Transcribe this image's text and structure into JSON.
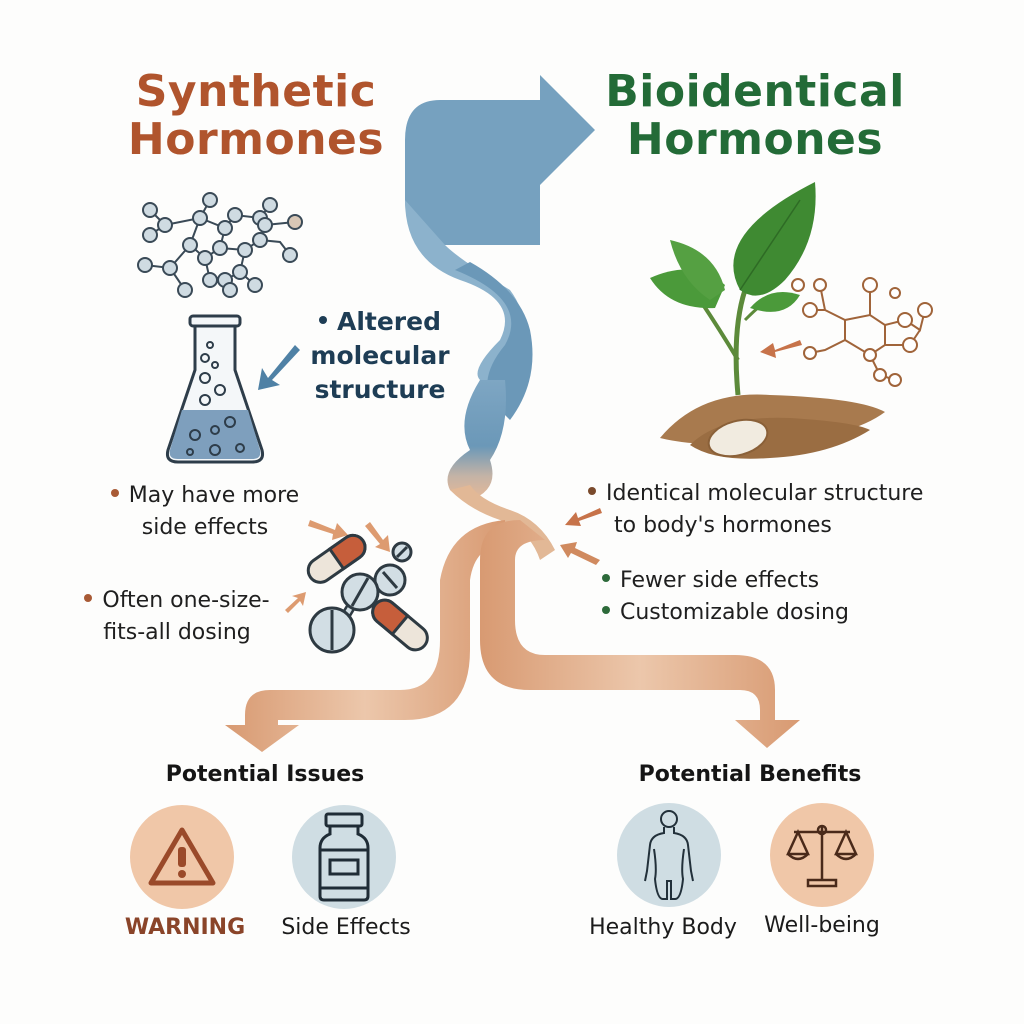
{
  "left": {
    "title_line1": "Synthetic",
    "title_line2": "Hormones",
    "callout": [
      "Altered",
      "molecular",
      "structure"
    ],
    "bullets": [
      {
        "lines": [
          "May have more",
          "side effects"
        ]
      },
      {
        "lines": [
          "Often one-size-",
          "fits-all dosing"
        ]
      }
    ],
    "section_title": "Potential Issues",
    "icons": [
      {
        "label": "WARNING",
        "icon": "warning-triangle-icon"
      },
      {
        "label": "Side Effects",
        "icon": "medicine-bottle-icon"
      }
    ]
  },
  "right": {
    "title_line1": "Bioidentical",
    "title_line2": "Hormones",
    "bullets": [
      {
        "lines": [
          "Identical molecular structure",
          "to body's hormones"
        ]
      },
      {
        "lines": [
          "Fewer side effects"
        ]
      },
      {
        "lines": [
          "Customizable dosing"
        ]
      }
    ],
    "section_title": "Potential Benefits",
    "icons": [
      {
        "label": "Healthy Body",
        "icon": "human-body-icon"
      },
      {
        "label": "Well-being",
        "icon": "balance-scale-icon"
      }
    ]
  },
  "colors": {
    "synthetic_title": "#b0542d",
    "bioidentical_title": "#236b37",
    "callout_text": "#1e3d55",
    "blue_ribbon": "#6b98b8",
    "peach_ribbon": "#e2b090",
    "orange_arrow": "#d49a70",
    "warning_circle": "#f0c7a8",
    "bottle_circle": "#cfdde3",
    "green_dot": "#2d6a3a",
    "brown_dot": "#8a4e2c"
  }
}
